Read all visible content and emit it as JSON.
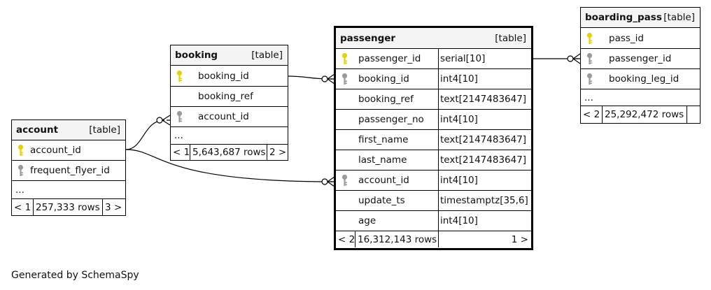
{
  "tables": {
    "account": {
      "name": "account",
      "tag": "[table]",
      "columns": [
        "account_id",
        "frequent_flyer_id"
      ],
      "more": "...",
      "footer": [
        "< 1",
        "257,333 rows",
        "3 >"
      ]
    },
    "booking": {
      "name": "booking",
      "tag": "[table]",
      "columns": [
        "booking_id",
        "booking_ref",
        "account_id"
      ],
      "more": "...",
      "footer": [
        "< 1",
        "5,643,687 rows",
        "2 >"
      ]
    },
    "passenger": {
      "name": "passenger",
      "tag": "[table]",
      "columns": [
        {
          "name": "passenger_id",
          "type": "serial[10]"
        },
        {
          "name": "booking_id",
          "type": "int4[10]"
        },
        {
          "name": "booking_ref",
          "type": "text[2147483647]"
        },
        {
          "name": "passenger_no",
          "type": "int4[10]"
        },
        {
          "name": "first_name",
          "type": "text[2147483647]"
        },
        {
          "name": "last_name",
          "type": "text[2147483647]"
        },
        {
          "name": "account_id",
          "type": "int4[10]"
        },
        {
          "name": "update_ts",
          "type": "timestamptz[35,6]"
        },
        {
          "name": "age",
          "type": "int4[10]"
        }
      ],
      "footer": [
        "< 2",
        "16,312,143 rows",
        "1 >"
      ]
    },
    "boarding_pass": {
      "name": "boarding_pass",
      "tag": "[table]",
      "columns": [
        "pass_id",
        "passenger_id",
        "booking_leg_id"
      ],
      "more": "...",
      "footer": [
        "< 2",
        "25,292,472 rows"
      ]
    }
  },
  "key_icons": {
    "primary": "primary-key-icon",
    "foreign": "foreign-key-icon",
    "primary_color": "#e6d200",
    "foreign_color": "#9a9a9a"
  },
  "credit": "Generated by SchemaSpy"
}
